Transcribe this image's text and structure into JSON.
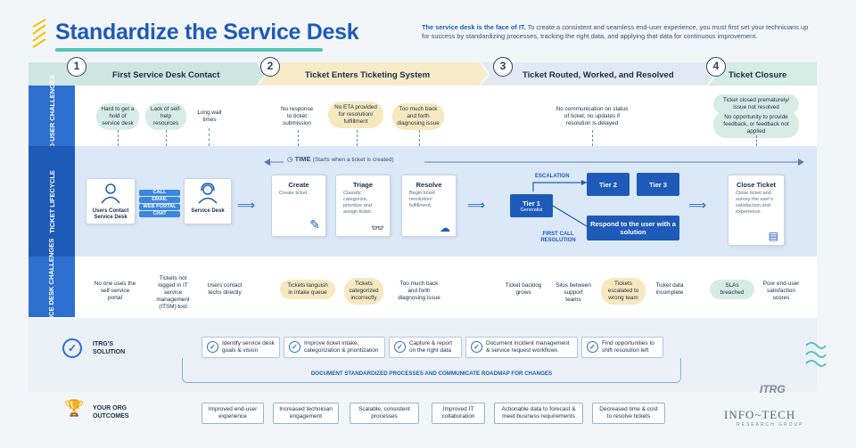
{
  "header": {
    "title": "Standardize the Service Desk",
    "intro_bold": "The service desk is the face of IT.",
    "intro_rest": " To create a consistent and seamless end-user experience, you must first set your technicians up for success by standardizing processes, tracking the right data, and applying that data for continuous improvement."
  },
  "stages": [
    {
      "num": "1",
      "title": "First Service Desk Contact"
    },
    {
      "num": "2",
      "title": "Ticket Enters Ticketing System"
    },
    {
      "num": "3",
      "title": "Ticket Routed, Worked, and Resolved"
    },
    {
      "num": "4",
      "title": "Ticket Closure"
    }
  ],
  "lanes": {
    "end_user": "END-USER\nCHALLENGES",
    "lifecycle": "TICKET\nLIFECYCLE",
    "service_desk": "SERVICE DESK\nCHALLENGES"
  },
  "end_user_challenges": [
    "Hard to get a hold of service desk",
    "Lack of self-help resources",
    "Long wait times",
    "No response to ticket submission",
    "No ETA provided for resolution/ fulfillment",
    "Too much back and forth diagnosing issue",
    "No communication on status of ticket; no updates if resolution is delayed",
    "Ticket closed prematurely/ issue not resolved",
    "No opportunity to provide feedback, or feedback not applied"
  ],
  "lifecycle": {
    "time_label": "TIME",
    "time_note": "(Starts when a ticket is created)",
    "users_contact": "Users Contact Service Desk",
    "channels": [
      "CALL",
      "EMAIL",
      "WEB PORTAL",
      "CHAT"
    ],
    "service_desk": "Service Desk",
    "create": {
      "title": "Create",
      "body": "Create ticket."
    },
    "triage": {
      "title": "Triage",
      "body": "Classify, categorize, prioritize and assign ticket."
    },
    "resolve": {
      "title": "Resolve",
      "body": "Begin ticket resolution/ fulfillment."
    },
    "escalation": "ESCALATION",
    "tier1": "Tier 1",
    "tier1_sub": "Generalist",
    "tier2": "Tier 2",
    "tier3": "Tier 3",
    "first_call": "FIRST CALL RESOLUTION",
    "respond": "Respond to the user with a solution",
    "close": {
      "title": "Close Ticket",
      "body": "Close ticket and survey the user's satisfaction and experience."
    }
  },
  "service_desk_challenges": [
    "No one uses the self-service portal",
    "Tickets not logged in IT service management (ITSM) tool",
    "Users contact techs directly",
    "Tickets languish in intake queue",
    "Tickets categorized incorrectly",
    "Too much back and forth diagnosing issue",
    "Ticket backlog grows",
    "Silos between support teams",
    "Tickets escalated to wrong team",
    "Ticket data incomplete",
    "SLAs breached",
    "Poor end-user satisfaction scores"
  ],
  "solution": {
    "label": "ITRG'S SOLUTION",
    "items": [
      "Identify service desk goals & vision",
      "Improve ticket intake, categorization & prioritization",
      "Capture & report on the right data",
      "Document incident management & service request workflows",
      "Find opportunities to shift resolution left"
    ],
    "banner": "DOCUMENT STANDARDIZED PROCESSES AND COMMUNICATE ROADMAP FOR CHANGES"
  },
  "outcomes": {
    "label": "YOUR ORG OUTCOMES",
    "items": [
      "Improved end-user experience",
      "Increased technician engagement",
      "Scalable, consistent processes",
      "Improved IT collaboration",
      "Actionable data to forecast & meet business requirements",
      "Decreased time & cost to resolve tickets"
    ]
  },
  "brand": {
    "itrg": "ITRG",
    "infotech": "INFO~TECH",
    "infotech_sub": "RESEARCH GROUP"
  },
  "colors": {
    "primary": "#1e5bb8",
    "lane": "#2d6fcf",
    "accent": "#58c4b9",
    "yellow": "#f6e9bf",
    "green": "#d7ece5"
  }
}
